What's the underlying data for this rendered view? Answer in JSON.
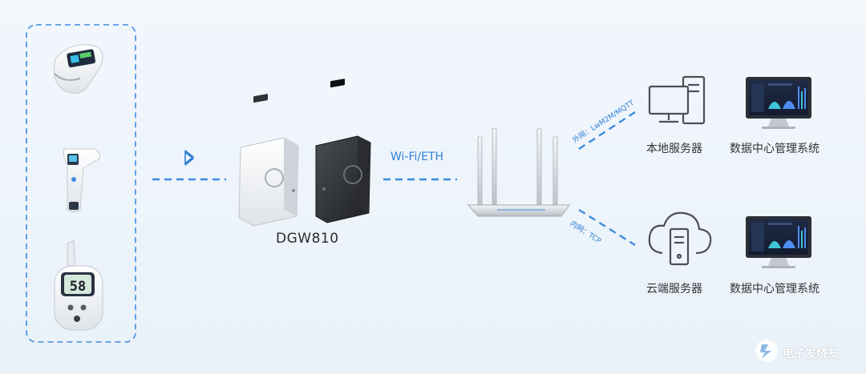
{
  "labels": {
    "gateway": "DGW810",
    "wifi": "Wi-Fi/ETH",
    "external_link": "外网：LwM2M/MQTT",
    "internal_link": "内网：TCP",
    "local_server": "本地服务器",
    "data_center_1": "数据中心管理系统",
    "cloud_server": "云端服务器",
    "data_center_2": "数据中心管理系统",
    "glucose_reading": "58",
    "watermark": "电子发烧友"
  },
  "colors": {
    "accent": "#2f7fd6",
    "background": "#eef4fa",
    "text": "#333333"
  },
  "icons": [
    "pulse-oximeter-icon",
    "thermometer-icon",
    "glucose-meter-icon",
    "bluetooth-icon",
    "gateway-icon",
    "router-icon",
    "desktop-computer-icon",
    "monitor-dashboard-icon",
    "cloud-server-icon"
  ]
}
